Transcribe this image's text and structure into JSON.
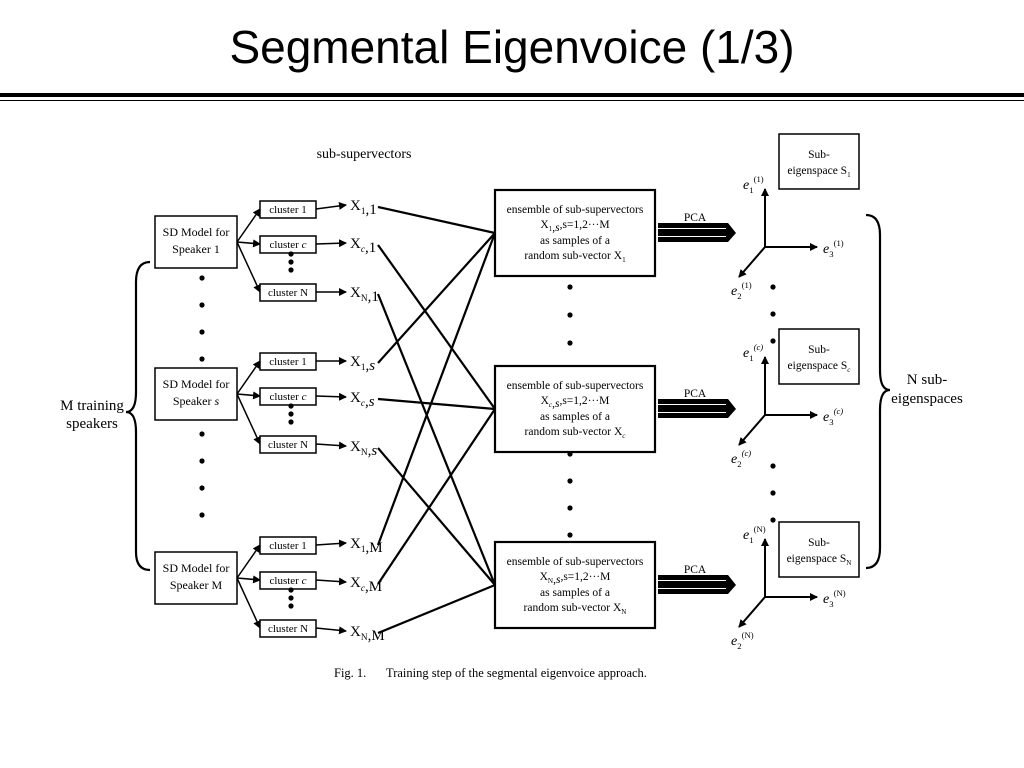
{
  "slide": {
    "title": "Segmental Eigenvoice (1/3)"
  },
  "diagram": {
    "sub_supervectors_label": "sub-supervectors",
    "m_training_speakers": [
      "M training",
      "speakers"
    ],
    "n_sub_eigenspaces": [
      "N sub-",
      "eigenspaces"
    ],
    "caption_num": "Fig. 1.",
    "caption_text": "Training step of the segmental eigenvoice approach.",
    "pca_label": "PCA",
    "sd_models": [
      {
        "line1": "SD Model for",
        "line2_prefix": "Speaker ",
        "line2_var": "1"
      },
      {
        "line1": "SD Model for",
        "line2_prefix": "Speaker ",
        "line2_var": "s"
      },
      {
        "line1": "SD Model for",
        "line2_prefix": "Speaker ",
        "line2_var": "M"
      }
    ],
    "cluster_labels": [
      {
        "prefix": "cluster ",
        "var": "1"
      },
      {
        "prefix": "cluster ",
        "var": "c"
      },
      {
        "prefix": "cluster ",
        "var": "N"
      }
    ],
    "x_labels": [
      {
        "base": "X",
        "sub": "1,1"
      },
      {
        "base": "X",
        "sub": "c,1"
      },
      {
        "base": "X",
        "sub": "N,1"
      },
      {
        "base": "X",
        "sub": "1,s"
      },
      {
        "base": "X",
        "sub": "c,s"
      },
      {
        "base": "X",
        "sub": "N,s"
      },
      {
        "base": "X",
        "sub": "1,M"
      },
      {
        "base": "X",
        "sub": "c,M"
      },
      {
        "base": "X",
        "sub": "N,M"
      }
    ],
    "ensembles": [
      {
        "line1": "ensemble of sub-supervectors",
        "sub": "1,s",
        "range": ",s=1,2···M",
        "line3": "as samples of a",
        "line4": "random sub-vector X",
        "line4_sub": "1"
      },
      {
        "line1": "ensemble of sub-supervectors",
        "sub": "c,s",
        "range": ",s=1,2···M",
        "line3": "as samples of a",
        "line4": "random sub-vector X",
        "line4_sub": "c"
      },
      {
        "line1": "ensemble of sub-supervectors",
        "sub": "N,s",
        "range": ",s=1,2···M",
        "line3": "as samples of a",
        "line4": "random sub-vector X",
        "line4_sub": "N"
      }
    ],
    "eigenspaces": [
      {
        "line1": "Sub-",
        "line2": "eigenspace S",
        "sub": "1",
        "axis_sup": "(1)"
      },
      {
        "line1": "Sub-",
        "line2": "eigenspace S",
        "sub": "c",
        "axis_sup": "(c)"
      },
      {
        "line1": "Sub-",
        "line2": "eigenspace S",
        "sub": "N",
        "axis_sup": "(N)"
      }
    ],
    "axis_names": [
      "e",
      "e",
      "e"
    ],
    "axis_subs": [
      "1",
      "2",
      "3"
    ]
  }
}
